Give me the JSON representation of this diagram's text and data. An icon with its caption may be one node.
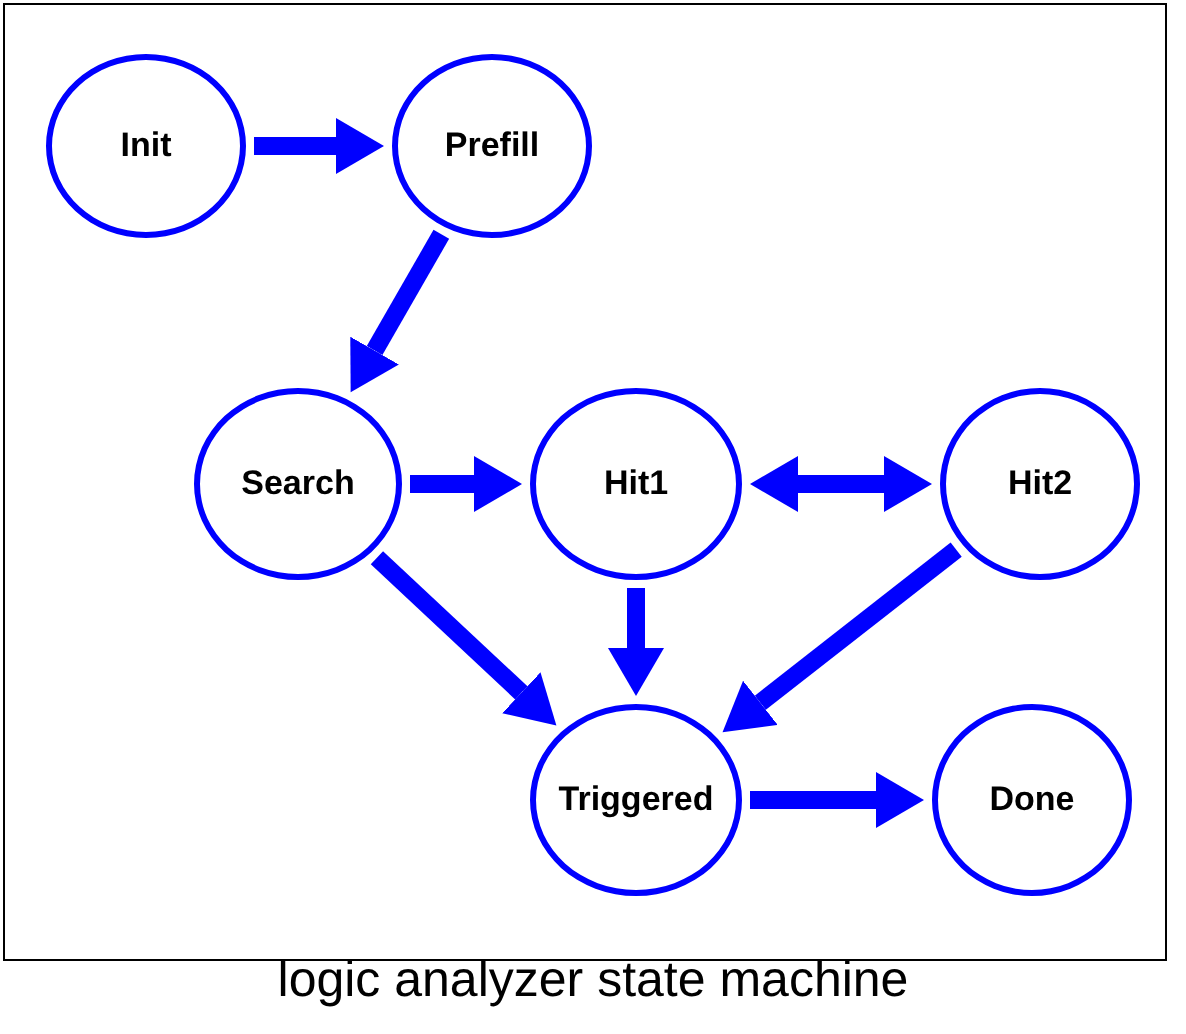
{
  "diagram": {
    "caption": "logic analyzer state machine",
    "nodes": [
      {
        "text": [
          "Init"
        ]
      },
      {
        "text": [
          "Prefill"
        ]
      },
      {
        "text": [
          "Search"
        ]
      },
      {
        "text": [
          "Hit1"
        ]
      },
      {
        "text": [
          "Hit2"
        ]
      },
      {
        "text": [
          "Triggered"
        ]
      },
      {
        "text": [
          "Done"
        ]
      }
    ],
    "edges": [
      {
        "from": 0,
        "to": 1,
        "arrow": "to"
      },
      {
        "from": 1,
        "to": 2,
        "arrow": "to"
      },
      {
        "from": 2,
        "to": 3,
        "arrow": "to"
      },
      {
        "from": 3,
        "to": 4,
        "arrow": "both"
      },
      {
        "from": 2,
        "to": 5,
        "arrow": "to"
      },
      {
        "from": 3,
        "to": 5,
        "arrow": "to"
      },
      {
        "from": 4,
        "to": 5,
        "arrow": "to"
      },
      {
        "from": 5,
        "to": 6,
        "arrow": "to"
      }
    ]
  }
}
